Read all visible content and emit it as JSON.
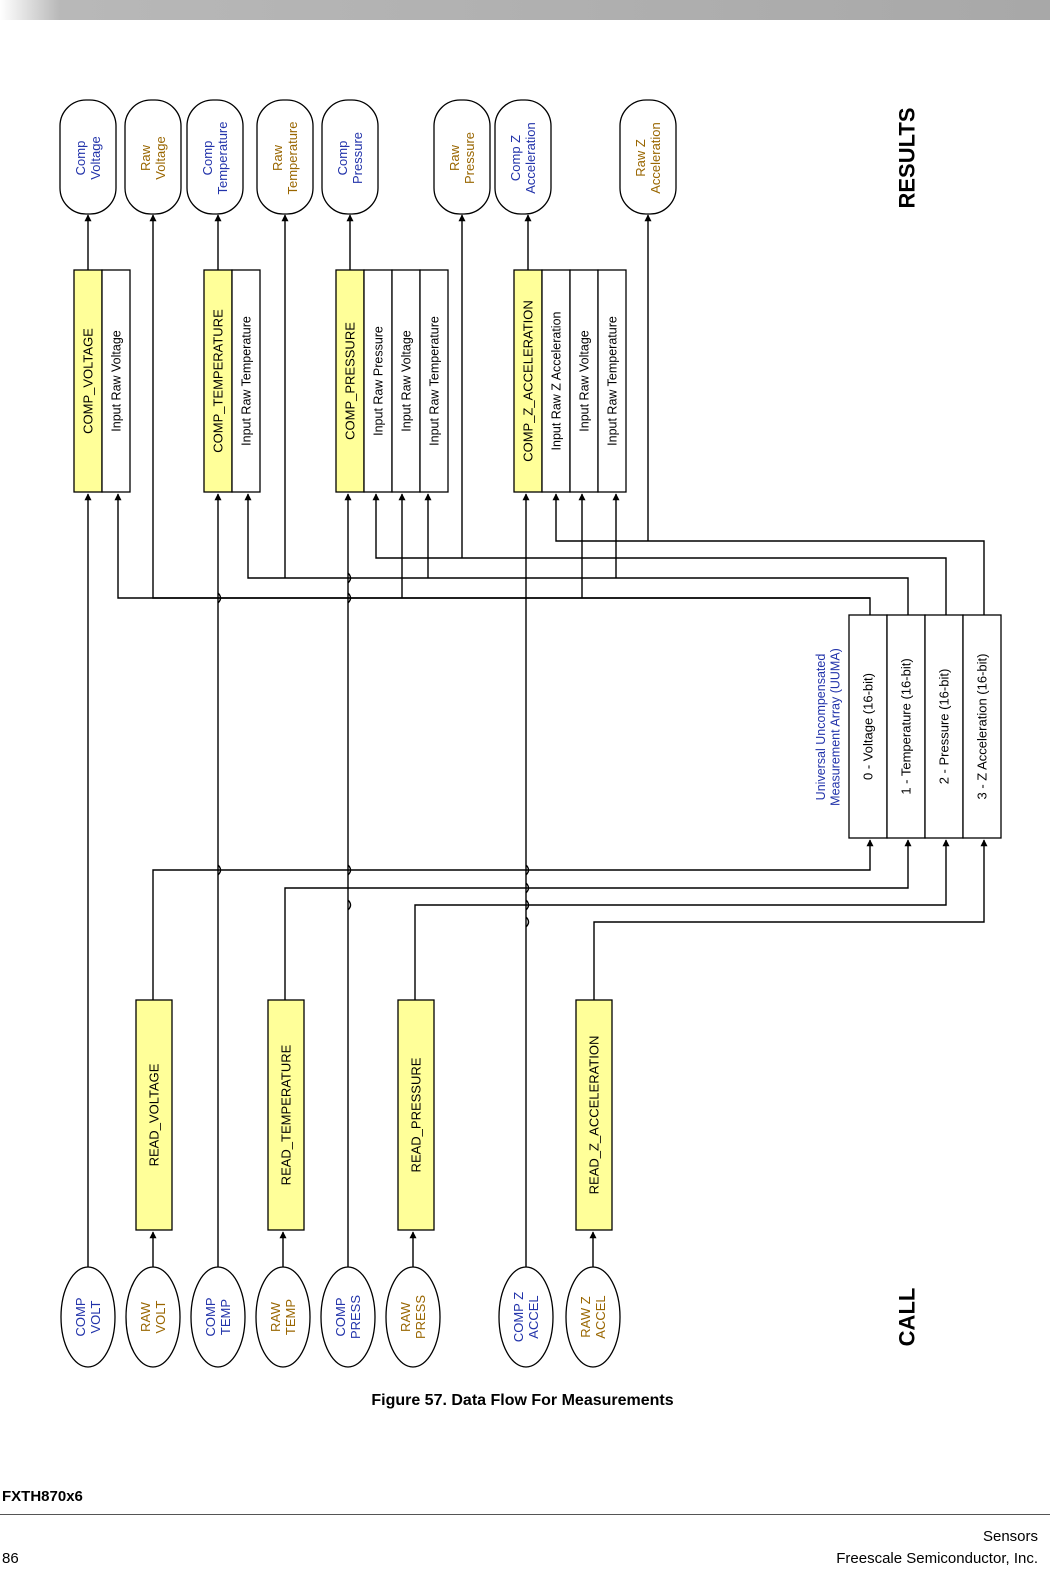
{
  "results_label": "RESULTS",
  "call_label": "CALL",
  "result_nodes": [
    [
      "Comp",
      "Voltage"
    ],
    [
      "Raw",
      "Voltage"
    ],
    [
      "Comp",
      "Temperature"
    ],
    [
      "Raw",
      "Temperature"
    ],
    [
      "Comp",
      "Pressure"
    ],
    [
      "Raw",
      "Pressure"
    ],
    [
      "Comp Z",
      "Acceleration"
    ],
    [
      "Raw Z",
      "Acceleration"
    ]
  ],
  "comp_blocks": [
    {
      "title": "COMP_VOLTAGE",
      "inputs": [
        "Input Raw Voltage"
      ]
    },
    {
      "title": "COMP_TEMPERATURE",
      "inputs": [
        "Input Raw Temperature"
      ]
    },
    {
      "title": "COMP_PRESSURE",
      "inputs": [
        "Input Raw Pressure",
        "Input Raw Voltage",
        "Input Raw Temperature"
      ]
    },
    {
      "title": "COMP_Z_ACCELERATION",
      "inputs": [
        "Input Raw Z Acceleration",
        "Input Raw Voltage",
        "Input Raw Temperature"
      ]
    }
  ],
  "uuma": {
    "title_lines": [
      "Universal Uncompensated",
      "Measurement Array (UUMA)"
    ],
    "rows": [
      "0 - Voltage (16-bit)",
      "1 - Temperature (16-bit)",
      "2 - Pressure (16-bit)",
      "3 - Z Acceleration (16-bit)"
    ]
  },
  "read_blocks": [
    "READ_VOLTAGE",
    "READ_TEMPERATURE",
    "READ_PRESSURE",
    "READ_Z_ACCELERATION"
  ],
  "call_nodes": [
    [
      "COMP",
      "VOLT"
    ],
    [
      "RAW",
      "VOLT"
    ],
    [
      "COMP",
      "TEMP"
    ],
    [
      "RAW",
      "TEMP"
    ],
    [
      "COMP",
      "PRESS"
    ],
    [
      "RAW",
      "PRESS"
    ],
    [
      "COMP Z",
      "ACCEL"
    ],
    [
      "RAW Z",
      "ACCEL"
    ]
  ],
  "caption": "Figure 57. Data Flow For Measurements",
  "doc_id": "FXTH870x6",
  "footer": {
    "right_top": "Sensors",
    "page": "86",
    "company": "Freescale Semiconductor, Inc."
  },
  "colors": {
    "block_fill": "#ffff99",
    "title_blue": "#2233aa",
    "text_orange": "#996600"
  }
}
